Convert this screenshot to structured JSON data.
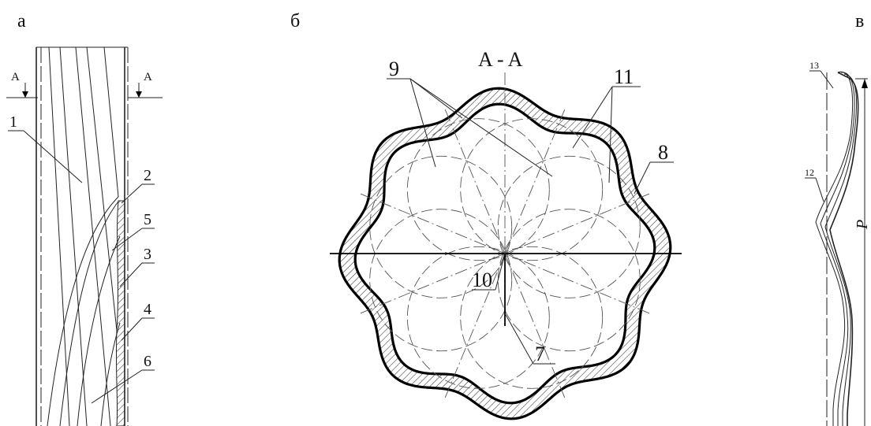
{
  "panels": {
    "a": {
      "letter": "а",
      "section": "A",
      "labels": [
        "1",
        "2",
        "5",
        "3",
        "4",
        "6"
      ]
    },
    "b": {
      "letter": "б",
      "title": "A - A",
      "labels": [
        "9",
        "11",
        "8",
        "10",
        "7"
      ]
    },
    "c": {
      "letter": "в",
      "labels": [
        "13",
        "12"
      ],
      "dimension": "P"
    }
  },
  "colors": {
    "line": "#000000",
    "hatch": "#333333",
    "background": "#ffffff"
  }
}
